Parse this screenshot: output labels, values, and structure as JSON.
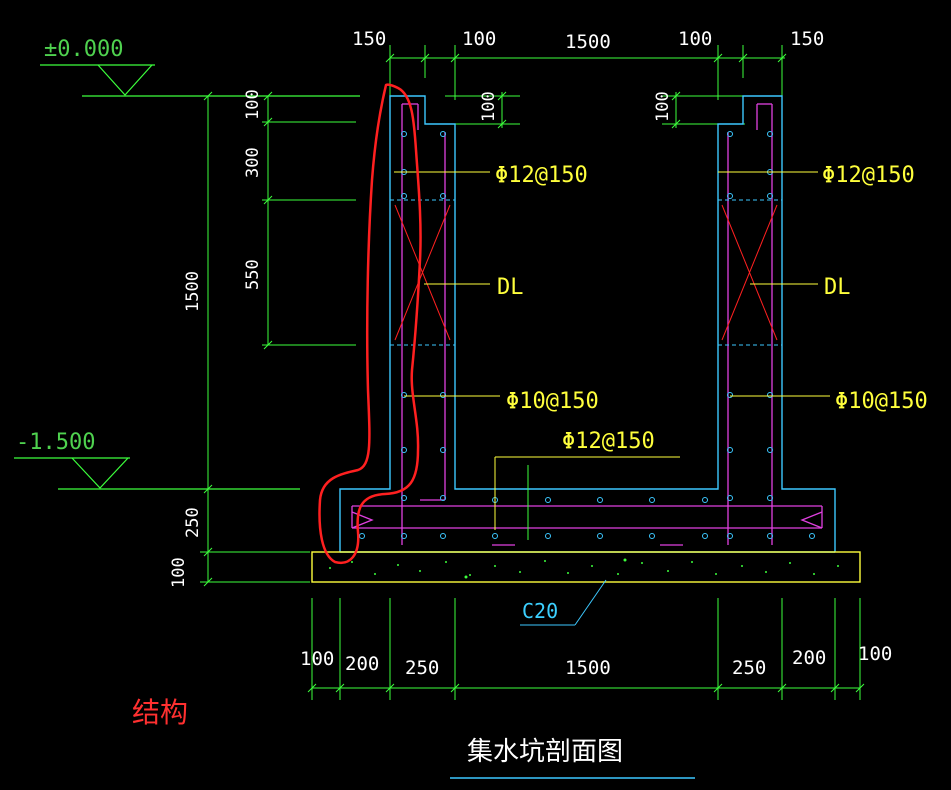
{
  "levels": {
    "top": "±0.000",
    "bottom": "-1.500"
  },
  "top_dims": {
    "d1": "150",
    "d2": "100",
    "d3": "1500",
    "d4": "100",
    "d5": "150"
  },
  "small_dims": {
    "left": "100",
    "right": "100"
  },
  "left_dims": {
    "overall": "1500",
    "d100": "100",
    "d300": "300",
    "d550": "550",
    "d250": "250",
    "d100b": "100"
  },
  "rebar": {
    "left_top": "Φ12@150",
    "right_top": "Φ12@150",
    "left_dl": "DL",
    "right_dl": "DL",
    "left_mid": "Φ10@150",
    "right_mid": "Φ10@150",
    "bottom": "Φ12@150"
  },
  "concrete": "C20",
  "bottom_dims": {
    "b1": "100",
    "b2": "200",
    "b3": "250",
    "b4": "1500",
    "b5": "250",
    "b6": "200",
    "b7": "100"
  },
  "annotation": "结构",
  "title": "集水坑剖面图",
  "colors": {
    "dimension": "#3cff3c",
    "outline": "#3cc8ff",
    "rebar": "#e040e0",
    "label": "#ffff3c",
    "markup": "#ff2020",
    "cross": "#ff2020"
  }
}
